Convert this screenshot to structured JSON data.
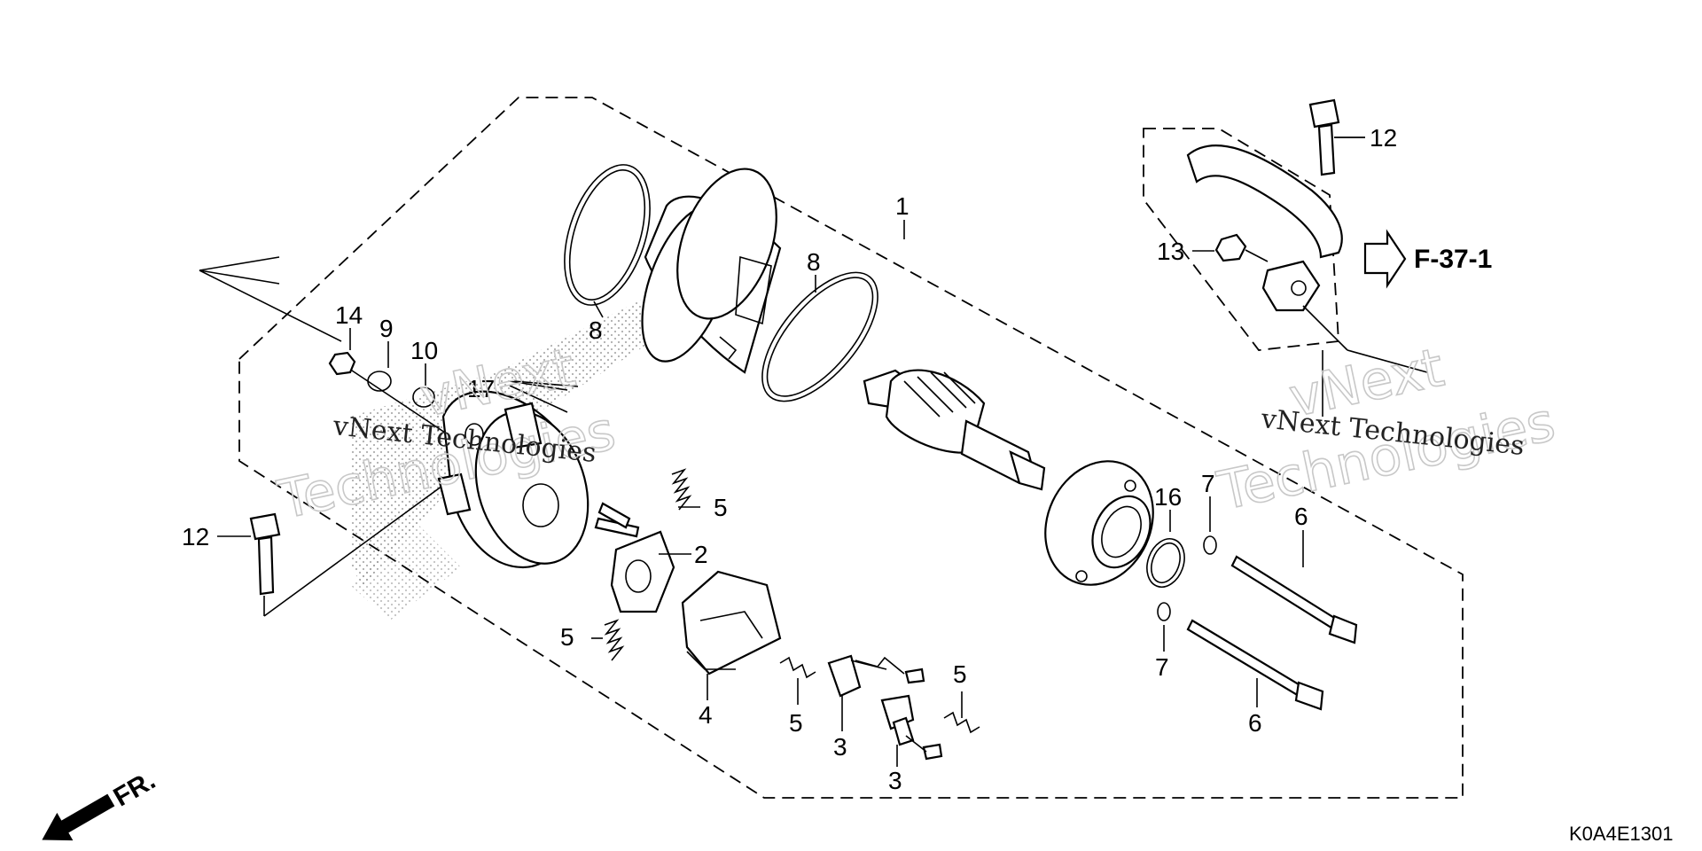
{
  "diagram": {
    "reference_label": "F-37-1",
    "drawing_code": "K0A4E1301",
    "front_marker": "FR.",
    "watermark_brand_1": "vNext Technologies",
    "watermark_brand_2": "vNext Technologies",
    "watermark_large_1a": "vNext",
    "watermark_large_1b": "Technologies",
    "watermark_large_2a": "vNext",
    "watermark_large_2b": "Technologies",
    "callouts": {
      "c1": "1",
      "c2": "2",
      "c3a": "3",
      "c3b": "3",
      "c4": "4",
      "c5a": "5",
      "c5b": "5",
      "c5c": "5",
      "c5d": "5",
      "c6a": "6",
      "c6b": "6",
      "c7a": "7",
      "c7b": "7",
      "c8a": "8",
      "c8b": "8",
      "c9": "9",
      "c10": "10",
      "c12a": "12",
      "c12b": "12",
      "c13": "13",
      "c14": "14",
      "c16": "16",
      "c17": "17"
    }
  }
}
